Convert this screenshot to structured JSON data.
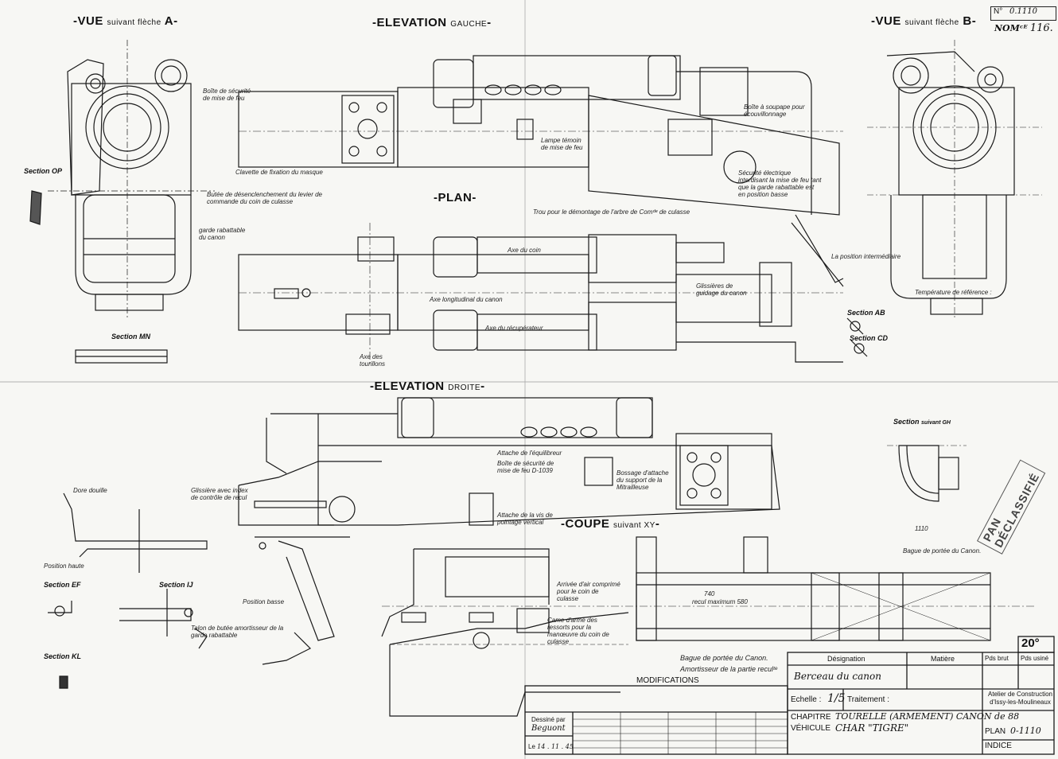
{
  "sheet": {
    "number_label": "N°",
    "number": "0.1110",
    "nom_label": "NOMᶜᴱ",
    "nom_value": "116."
  },
  "views": {
    "vue_a": {
      "prefix": "VUE",
      "suffix": "suivant flèche",
      "letter": "A"
    },
    "elevation_gauche": {
      "main": "ELEVATION",
      "side": "GAUCHE"
    },
    "vue_b": {
      "prefix": "VUE",
      "suffix": "suivant flèche",
      "letter": "B"
    },
    "plan": "PLAN",
    "elevation_droite": {
      "main": "ELEVATION",
      "side": "DROITE"
    },
    "coupe_xy": {
      "main": "COUPE",
      "side": "suivant XY"
    }
  },
  "sections": {
    "op": "Section OP",
    "mn": "Section MN",
    "ab": "Section AB",
    "cd": "Section CD",
    "gh": "Section",
    "gh_suffix": "suivant GH",
    "ef": "Section EF",
    "ij": "Section IJ",
    "kl": "Section KL"
  },
  "notes": {
    "boite_securite": "Boîte de sécurité de mise de feu",
    "clavette": "Clavette de fixation du masque",
    "butee_desenclenchement": "Butée de désenclenchement du levier de commande du coin de culasse",
    "garde_rabattable": "garde rabattable du canon",
    "lampe_temoin": "Lampe témoin de mise de feu",
    "boite_soupape": "Boîte à soupape pour écouvillonnage",
    "securite_electrique": "Sécurité électrique interdisant la mise de feu tant que la garde rabattable est en position basse",
    "trou_demontage": "Trou pour le démontage de l'arbre de Comᵈᵉ de culasse",
    "axe_coin": "Axe du coin",
    "axe_longitudinal": "Axe longitudinal du canon",
    "axe_recuperateur": "Axe du récupérateur",
    "glissieres": "Glissières de guidage du canon",
    "axe_tourillons": "Axe des tourillons",
    "position_intermediaire": "La position intermédiaire",
    "temperature": "Température de référence :",
    "attache_equilibreur": "Attache de l'équilibreur",
    "boite_securite_2": "Boîte de sécurité de mise de feu D-1039",
    "bossage": "Bossage d'attache du support de la Mitrailleuse",
    "attache_vis": "Attache de la vis de pointage vertical",
    "glissiere_index": "Glissière avec index de contrôle de recul",
    "dore_douille": "Dore douille",
    "position_haute": "Position haute",
    "position_basse": "Position basse",
    "taquet_butee": "Talon de butée amortisseur de la garde rabattable",
    "arrivee_air": "Arrivée d'air comprimé pour le coin de culasse",
    "came": "Came d'armé des ressorts pour la manœuvre du coin de culasse",
    "bague_portee_1": "Bague de portée du Canon.",
    "bague_portee_2": "Bague de portée du Canon.",
    "amortisseur": "Amortisseur de la partie reculᵗᵉ",
    "dim_1110": "1110",
    "dim_740": "740",
    "recul_max": "recul maximum 580"
  },
  "stamp": "PAN DÉCLASSIFIÉ",
  "title_block": {
    "temp_value": "20°",
    "modifications": "MODIFICATIONS",
    "designation_header": "Désignation",
    "matiere_header": "Matière",
    "pds_brut": "Pds brut",
    "pds_usine": "Pds usiné",
    "designation_value": "Berceau du canon",
    "echelle_label": "Echelle :",
    "echelle_value": "1/5",
    "traitement_label": "Traitement :",
    "chapitre_label": "CHAPITRE",
    "chapitre_value": "TOURELLE (ARMEMENT) CANON de 88",
    "vehicule_label": "VÉHICULE",
    "vehicule_value": "CHAR \"TIGRE\"",
    "atelier": "Atelier de Construction d'Issy-les-Moulineaux",
    "plan_label": "PLAN",
    "plan_value": "0-1110",
    "indice_label": "INDICE",
    "dessine_label": "Dessiné par",
    "dessine_value": "Beguont",
    "date_prefix": "Le",
    "date_value": "14 . 11 . 45"
  },
  "colors": {
    "paper": "#f7f7f4",
    "ink": "#1a1a1a"
  }
}
